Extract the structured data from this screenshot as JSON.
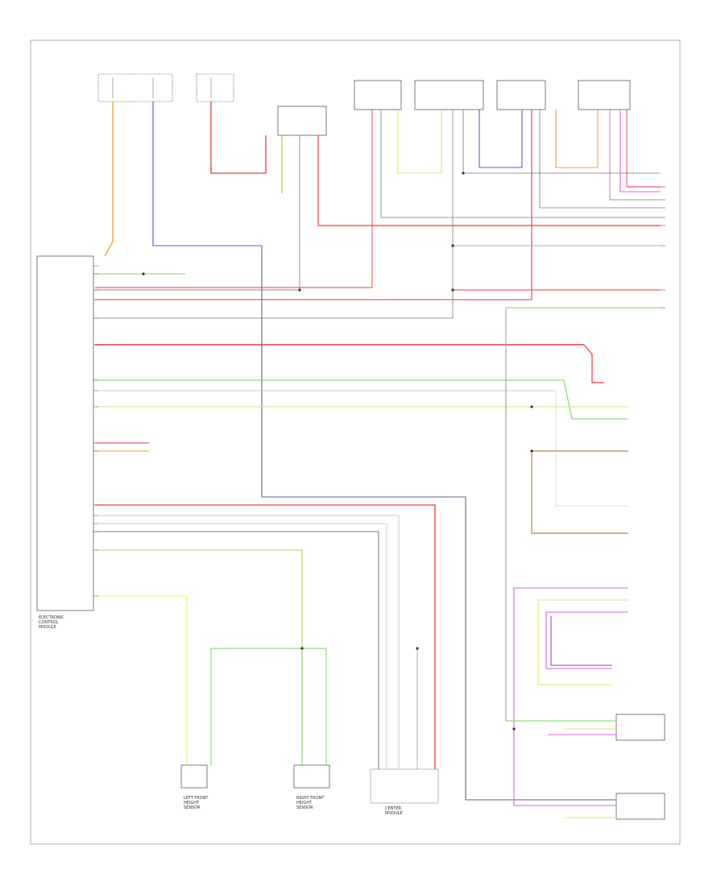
{
  "diagram": {
    "page_number": "",
    "components": {
      "control_module_label": [
        "ELECTRONIC",
        "CONTROL",
        "MODULE"
      ],
      "left_front_sensor_label": [
        "LEFT FRONT",
        "HEIGHT",
        "SENSOR"
      ],
      "right_front_sensor_label": [
        "RIGHT FRONT",
        "HEIGHT",
        "SENSOR"
      ],
      "center_module_label": [
        "CENTER",
        "MODULE"
      ],
      "left_sensor_box": "",
      "right_sensor_box": ""
    },
    "colors": {
      "red": "#f0393c",
      "orange": "#f3a02c",
      "blue": "#5a5af0",
      "green": "#7bd65a",
      "yellow": "#e8e06a",
      "gray": "#8a8a8a",
      "magenta": "#e85ce8",
      "brown": "#b08a3c",
      "purple": "#8a3ca8",
      "olive": "#b8b83c",
      "black": "#333333"
    }
  }
}
